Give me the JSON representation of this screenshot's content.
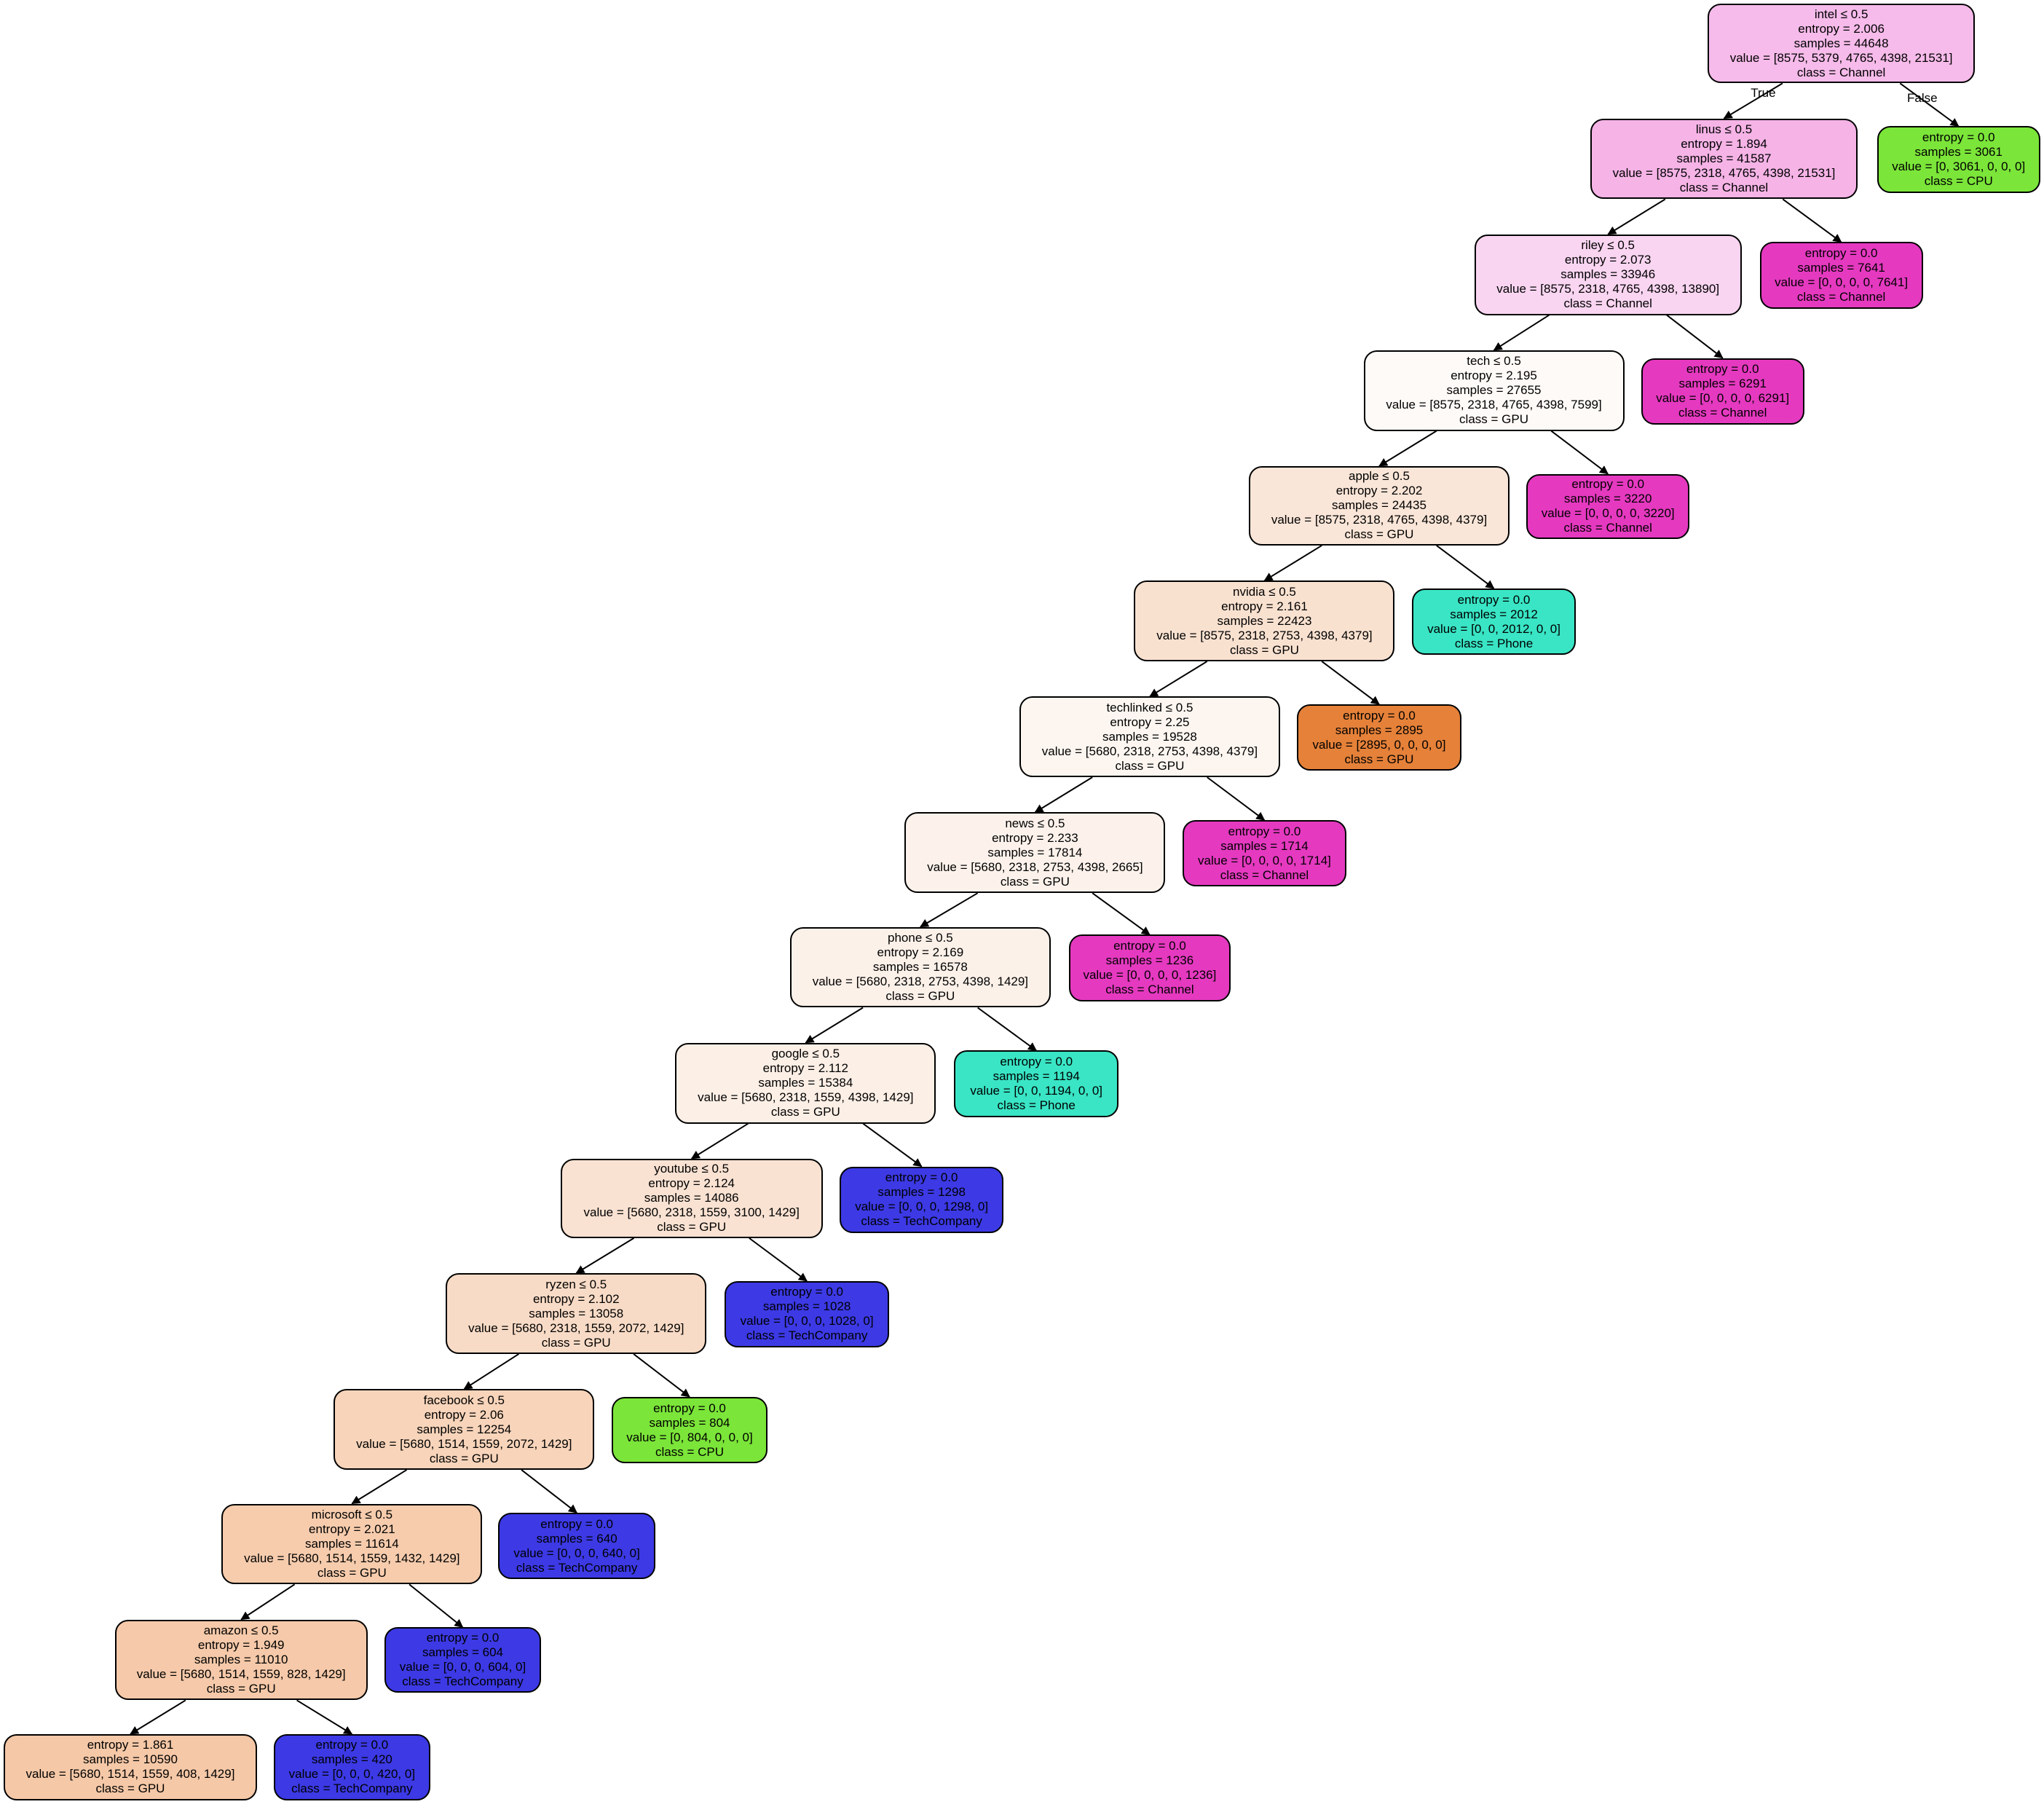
{
  "tree": {
    "edge_labels": {
      "true_label": "True",
      "false_label": "False"
    },
    "class_colors": {
      "Channel": "#e539c0",
      "GPU": "#e58139",
      "CPU": "#7be539",
      "Phone": "#39e5c5",
      "TechCompany": "#3c39e5"
    },
    "nodes": [
      {
        "id": "intel",
        "lines": [
          "intel ≤ 0.5",
          "entropy = 2.006",
          "samples = 44648",
          "value = [8575, 5379, 4765, 4398, 21531]",
          "class = Channel"
        ],
        "fill": "#f6bbea"
      },
      {
        "id": "cpu-leaf-1",
        "lines": [
          "entropy = 0.0",
          "samples = 3061",
          "value = [0, 3061, 0, 0, 0]",
          "class = CPU"
        ],
        "fill": "#7be539"
      },
      {
        "id": "linus",
        "lines": [
          "linus ≤ 0.5",
          "entropy = 1.894",
          "samples = 41587",
          "value = [8575, 2318, 4765, 4398, 21531]",
          "class = Channel"
        ],
        "fill": "#f5b3e6"
      },
      {
        "id": "channel-leaf-1",
        "lines": [
          "entropy = 0.0",
          "samples = 7641",
          "value = [0, 0, 0, 0, 7641]",
          "class = Channel"
        ],
        "fill": "#e539c0"
      },
      {
        "id": "riley",
        "lines": [
          "riley ≤ 0.5",
          "entropy = 2.073",
          "samples = 33946",
          "value = [8575, 2318, 4765, 4398, 13890]",
          "class = Channel"
        ],
        "fill": "#f9d5f1"
      },
      {
        "id": "channel-leaf-2",
        "lines": [
          "entropy = 0.0",
          "samples = 6291",
          "value = [0, 0, 0, 0, 6291]",
          "class = Channel"
        ],
        "fill": "#e539c0"
      },
      {
        "id": "tech",
        "lines": [
          "tech ≤ 0.5",
          "entropy = 2.195",
          "samples = 27655",
          "value = [8575, 2318, 4765, 4398, 7599]",
          "class = GPU"
        ],
        "fill": "#fefaf7"
      },
      {
        "id": "channel-leaf-3",
        "lines": [
          "entropy = 0.0",
          "samples = 3220",
          "value = [0, 0, 0, 0, 3220]",
          "class = Channel"
        ],
        "fill": "#e539c0"
      },
      {
        "id": "apple",
        "lines": [
          "apple ≤ 0.5",
          "entropy = 2.202",
          "samples = 24435",
          "value = [8575, 2318, 4765, 4398, 4379]",
          "class = GPU"
        ],
        "fill": "#fae6d8"
      },
      {
        "id": "phone-leaf-1",
        "lines": [
          "entropy = 0.0",
          "samples = 2012",
          "value = [0, 0, 2012, 0, 0]",
          "class = Phone"
        ],
        "fill": "#39e5c5"
      },
      {
        "id": "nvidia",
        "lines": [
          "nvidia ≤ 0.5",
          "entropy = 2.161",
          "samples = 22423",
          "value = [8575, 2318, 2753, 4398, 4379]",
          "class = GPU"
        ],
        "fill": "#f9e1d0"
      },
      {
        "id": "gpu-leaf-1",
        "lines": [
          "entropy = 0.0",
          "samples = 2895",
          "value = [2895, 0, 0, 0, 0]",
          "class = GPU"
        ],
        "fill": "#e58139"
      },
      {
        "id": "techlinked",
        "lines": [
          "techlinked ≤ 0.5",
          "entropy = 2.25",
          "samples = 19528",
          "value = [5680, 2318, 2753, 4398, 4379]",
          "class = GPU"
        ],
        "fill": "#fdf6f0"
      },
      {
        "id": "channel-leaf-4",
        "lines": [
          "entropy = 0.0",
          "samples = 1714",
          "value = [0, 0, 0, 0, 1714]",
          "class = Channel"
        ],
        "fill": "#e539c0"
      },
      {
        "id": "news",
        "lines": [
          "news ≤ 0.5",
          "entropy = 2.233",
          "samples = 17814",
          "value = [5680, 2318, 2753, 4398, 2665]",
          "class = GPU"
        ],
        "fill": "#fcf2eb"
      },
      {
        "id": "channel-leaf-5",
        "lines": [
          "entropy = 0.0",
          "samples = 1236",
          "value = [0, 0, 0, 0, 1236]",
          "class = Channel"
        ],
        "fill": "#e539c0"
      },
      {
        "id": "phone",
        "lines": [
          "phone ≤ 0.5",
          "entropy = 2.169",
          "samples = 16578",
          "value = [5680, 2318, 2753, 4398, 1429]",
          "class = GPU"
        ],
        "fill": "#fcf1e9"
      },
      {
        "id": "phone-leaf-2",
        "lines": [
          "entropy = 0.0",
          "samples = 1194",
          "value = [0, 0, 1194, 0, 0]",
          "class = Phone"
        ],
        "fill": "#39e5c5"
      },
      {
        "id": "google",
        "lines": [
          "google ≤ 0.5",
          "entropy = 2.112",
          "samples = 15384",
          "value = [5680, 2318, 1559, 4398, 1429]",
          "class = GPU"
        ],
        "fill": "#fcefe6"
      },
      {
        "id": "techcompany-leaf-1",
        "lines": [
          "entropy = 0.0",
          "samples = 1298",
          "value = [0, 0, 0, 1298, 0]",
          "class = TechCompany"
        ],
        "fill": "#3c39e5"
      },
      {
        "id": "youtube",
        "lines": [
          "youtube ≤ 0.5",
          "entropy = 2.124",
          "samples = 14086",
          "value = [5680, 2318, 1559, 3100, 1429]",
          "class = GPU"
        ],
        "fill": "#f9e2d2"
      },
      {
        "id": "techcompany-leaf-2",
        "lines": [
          "entropy = 0.0",
          "samples = 1028",
          "value = [0, 0, 0, 1028, 0]",
          "class = TechCompany"
        ],
        "fill": "#3c39e5"
      },
      {
        "id": "ryzen",
        "lines": [
          "ryzen ≤ 0.5",
          "entropy = 2.102",
          "samples = 13058",
          "value = [5680, 2318, 1559, 2072, 1429]",
          "class = GPU"
        ],
        "fill": "#f8dbc6"
      },
      {
        "id": "cpu-leaf-2",
        "lines": [
          "entropy = 0.0",
          "samples = 804",
          "value = [0, 804, 0, 0, 0]",
          "class = CPU"
        ],
        "fill": "#7be539"
      },
      {
        "id": "facebook",
        "lines": [
          "facebook ≤ 0.5",
          "entropy = 2.06",
          "samples = 12254",
          "value = [5680, 1514, 1559, 2072, 1429]",
          "class = GPU"
        ],
        "fill": "#f7d4ba"
      },
      {
        "id": "techcompany-leaf-3",
        "lines": [
          "entropy = 0.0",
          "samples = 640",
          "value = [0, 0, 0, 640, 0]",
          "class = TechCompany"
        ],
        "fill": "#3c39e5"
      },
      {
        "id": "microsoft",
        "lines": [
          "microsoft ≤ 0.5",
          "entropy = 2.021",
          "samples = 11614",
          "value = [5680, 1514, 1559, 1432, 1429]",
          "class = GPU"
        ],
        "fill": "#f6ccad"
      },
      {
        "id": "techcompany-leaf-4",
        "lines": [
          "entropy = 0.0",
          "samples = 604",
          "value = [0, 0, 0, 604, 0]",
          "class = TechCompany"
        ],
        "fill": "#3c39e5"
      },
      {
        "id": "amazon",
        "lines": [
          "amazon ≤ 0.5",
          "entropy = 1.949",
          "samples = 11010",
          "value = [5680, 1514, 1559, 828, 1429]",
          "class = GPU"
        ],
        "fill": "#f5c9a9"
      },
      {
        "id": "techcompany-leaf-5",
        "lines": [
          "entropy = 0.0",
          "samples = 420",
          "value = [0, 0, 0, 420, 0]",
          "class = TechCompany"
        ],
        "fill": "#3c39e5"
      },
      {
        "id": "gpu-leaf-2",
        "lines": [
          "entropy = 1.861",
          "samples = 10590",
          "value = [5680, 1514, 1559, 408, 1429]",
          "class = GPU"
        ],
        "fill": "#f5c8a7"
      }
    ],
    "edges": [
      [
        "intel",
        "linus"
      ],
      [
        "intel",
        "cpu-leaf-1"
      ],
      [
        "linus",
        "riley"
      ],
      [
        "linus",
        "channel-leaf-1"
      ],
      [
        "riley",
        "tech"
      ],
      [
        "riley",
        "channel-leaf-2"
      ],
      [
        "tech",
        "apple"
      ],
      [
        "tech",
        "channel-leaf-3"
      ],
      [
        "apple",
        "nvidia"
      ],
      [
        "apple",
        "phone-leaf-1"
      ],
      [
        "nvidia",
        "techlinked"
      ],
      [
        "nvidia",
        "gpu-leaf-1"
      ],
      [
        "techlinked",
        "news"
      ],
      [
        "techlinked",
        "channel-leaf-4"
      ],
      [
        "news",
        "phone"
      ],
      [
        "news",
        "channel-leaf-5"
      ],
      [
        "phone",
        "google"
      ],
      [
        "phone",
        "phone-leaf-2"
      ],
      [
        "google",
        "youtube"
      ],
      [
        "google",
        "techcompany-leaf-1"
      ],
      [
        "youtube",
        "ryzen"
      ],
      [
        "youtube",
        "techcompany-leaf-2"
      ],
      [
        "ryzen",
        "facebook"
      ],
      [
        "ryzen",
        "cpu-leaf-2"
      ],
      [
        "facebook",
        "microsoft"
      ],
      [
        "facebook",
        "techcompany-leaf-3"
      ],
      [
        "microsoft",
        "amazon"
      ],
      [
        "microsoft",
        "techcompany-leaf-4"
      ],
      [
        "amazon",
        "gpu-leaf-2"
      ],
      [
        "amazon",
        "techcompany-leaf-5"
      ]
    ]
  }
}
